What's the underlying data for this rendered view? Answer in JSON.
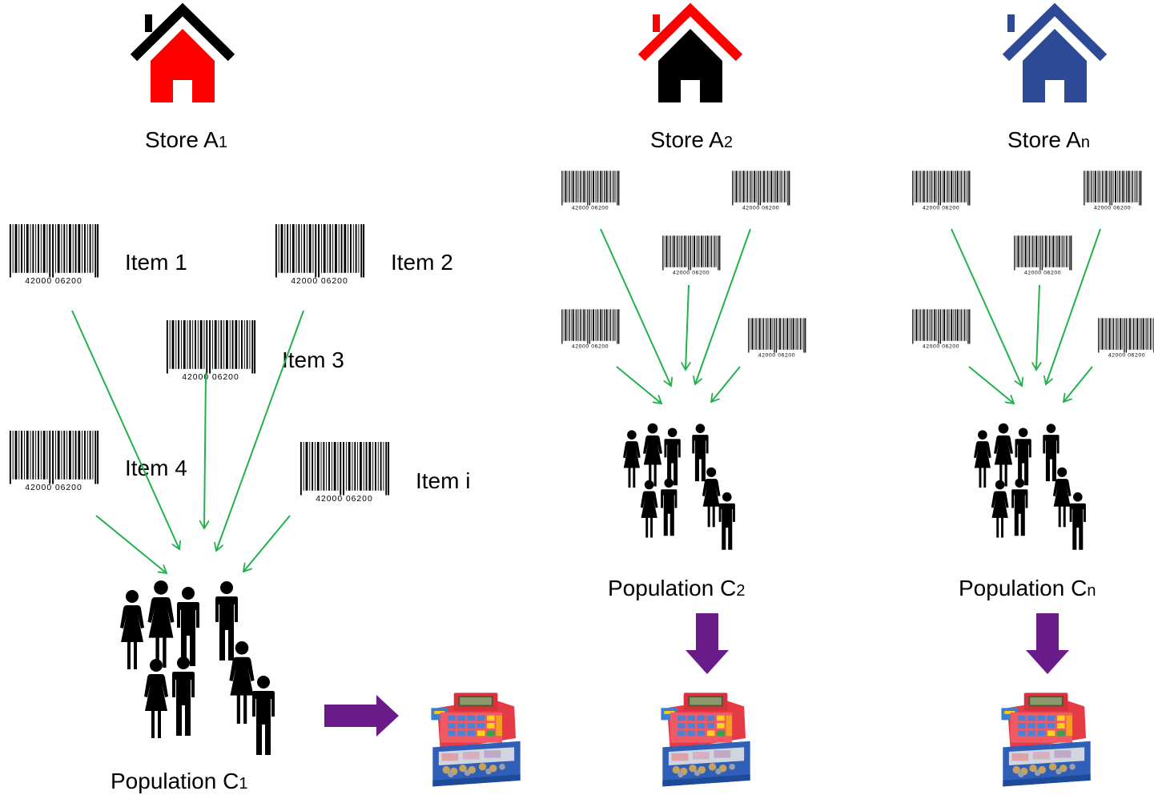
{
  "stores": [
    {
      "label": "Store A",
      "sub": "1",
      "roof_color": "#000000",
      "body_color": "#ff0000"
    },
    {
      "label": "Store A",
      "sub": "2",
      "roof_color": "#ff0000",
      "body_color": "#000000"
    },
    {
      "label": "Store A",
      "sub": "n",
      "roof_color": "#2e4a96",
      "body_color": "#2e4a96"
    }
  ],
  "items": [
    "Item 1",
    "Item 2",
    "Item 3",
    "Item 4",
    "Item i"
  ],
  "barcode_number": "42000 06200",
  "populations": [
    {
      "label": "Population C",
      "sub": "1"
    },
    {
      "label": "Population C",
      "sub": "2"
    },
    {
      "label": "Population C",
      "sub": "n"
    }
  ],
  "colors": {
    "arrow_green": "#22b14c",
    "arrow_purple": "#6a1b8a"
  },
  "icons": [
    "house-icon",
    "barcode-icon",
    "people-group-icon",
    "cash-register-icon",
    "purple-arrow-icon"
  ]
}
